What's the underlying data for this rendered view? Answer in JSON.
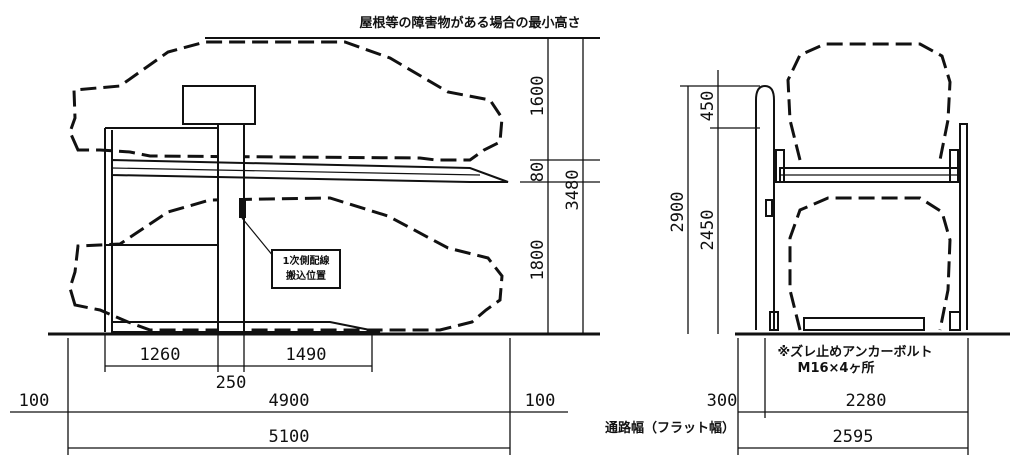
{
  "annotations": {
    "roof_note": "屋根等の障害物がある場合の最小高さ",
    "wiring_note_line1": "1次側配線",
    "wiring_note_line2": "搬込位置",
    "anchor_note": "※ズレ止めアンカーボルト",
    "anchor_spec": "M16×4ヶ所",
    "road_width": "通路幅（フラット幅）"
  },
  "side_view_dims": {
    "upper_height": "1600",
    "platform_thickness": "80",
    "lower_height": "1800",
    "total_height": "3480",
    "left_span": "1260",
    "right_span": "1490",
    "post_width": "250",
    "overall_length": "4900",
    "left_margin": "100",
    "right_margin": "100",
    "total_length": "5100"
  },
  "front_view_dims": {
    "top_cap": "450",
    "inner_height": "2450",
    "total_height": "2900",
    "left_offset": "300",
    "inner_width": "2280",
    "total_width": "2595"
  }
}
